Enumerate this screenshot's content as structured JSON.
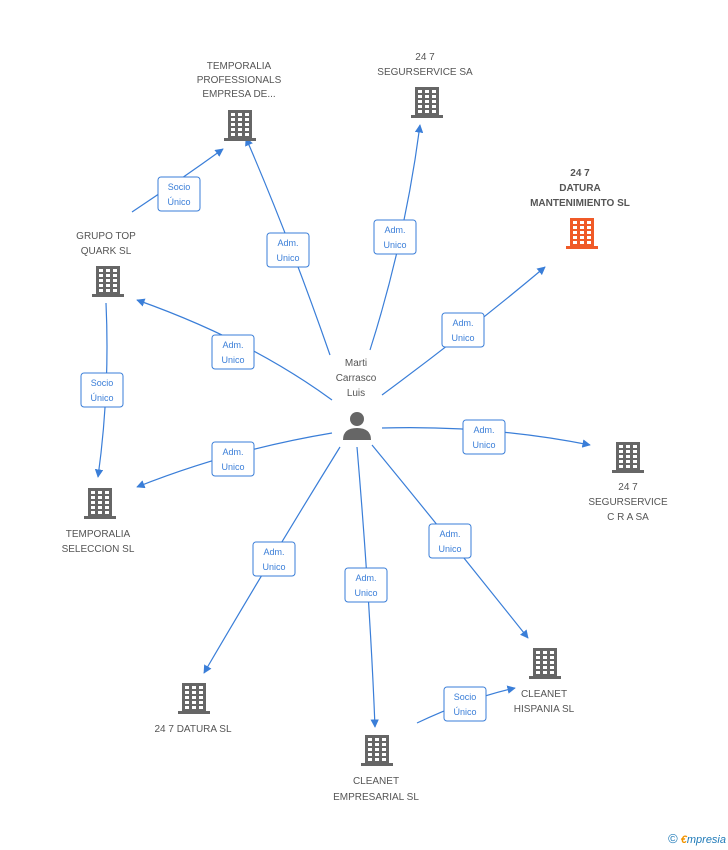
{
  "colors": {
    "edge": "#3a7ed8",
    "building": "#666666",
    "highlight": "#f05a28",
    "person": "#666666"
  },
  "person": {
    "name_lines": [
      "Marti",
      "Carrasco",
      "Luis"
    ]
  },
  "nodes": [
    {
      "id": "temporalia-professionals",
      "label_lines": [
        "TEMPORALIA",
        "PROFESSIONALS",
        "EMPRESA DE..."
      ],
      "highlight": false
    },
    {
      "id": "segurservice-sa",
      "label_lines": [
        "24 7",
        "SEGURSERVICE SA"
      ],
      "highlight": false
    },
    {
      "id": "datura-mantenimiento",
      "label_lines": [
        "24 7",
        "DATURA",
        "MANTENIMIENTO SL"
      ],
      "highlight": true
    },
    {
      "id": "grupo-top-quark",
      "label_lines": [
        "GRUPO TOP",
        "QUARK SL"
      ],
      "highlight": false
    },
    {
      "id": "segurservice-cra",
      "label_lines": [
        "24 7",
        "SEGURSERVICE",
        "C R A SA"
      ],
      "highlight": false
    },
    {
      "id": "temporalia-seleccion",
      "label_lines": [
        "TEMPORALIA",
        "SELECCION  SL"
      ],
      "highlight": false
    },
    {
      "id": "cleanet-hispania",
      "label_lines": [
        "CLEANET",
        "HISPANIA SL"
      ],
      "highlight": false
    },
    {
      "id": "datura-sl",
      "label_lines": [
        "24 7 DATURA SL"
      ],
      "highlight": false
    },
    {
      "id": "cleanet-empresarial",
      "label_lines": [
        "CLEANET",
        "EMPRESARIAL SL"
      ],
      "highlight": false
    }
  ],
  "relations": [
    {
      "id": "rel-temporalia-professionals",
      "label_lines": [
        "Adm.",
        "Unico"
      ]
    },
    {
      "id": "rel-segurservice-sa",
      "label_lines": [
        "Adm.",
        "Unico"
      ]
    },
    {
      "id": "rel-datura-mantenimiento",
      "label_lines": [
        "Adm.",
        "Unico"
      ]
    },
    {
      "id": "rel-grupo-top-quark",
      "label_lines": [
        "Adm.",
        "Unico"
      ]
    },
    {
      "id": "rel-segurservice-cra",
      "label_lines": [
        "Adm.",
        "Unico"
      ]
    },
    {
      "id": "rel-temporalia-seleccion",
      "label_lines": [
        "Adm.",
        "Unico"
      ]
    },
    {
      "id": "rel-cleanet-hispania",
      "label_lines": [
        "Adm.",
        "Unico"
      ]
    },
    {
      "id": "rel-datura-sl",
      "label_lines": [
        "Adm.",
        "Unico"
      ]
    },
    {
      "id": "rel-cleanet-empresarial",
      "label_lines": [
        "Adm.",
        "Unico"
      ]
    },
    {
      "id": "rel-quark-professionals",
      "label_lines": [
        "Socio",
        "Único"
      ]
    },
    {
      "id": "rel-quark-seleccion",
      "label_lines": [
        "Socio",
        "Único"
      ]
    },
    {
      "id": "rel-empresarial-hispania",
      "label_lines": [
        "Socio",
        "Único"
      ]
    }
  ],
  "footer": {
    "copyright": "©",
    "brand_initial": "€",
    "brand_rest": "mpresia"
  }
}
